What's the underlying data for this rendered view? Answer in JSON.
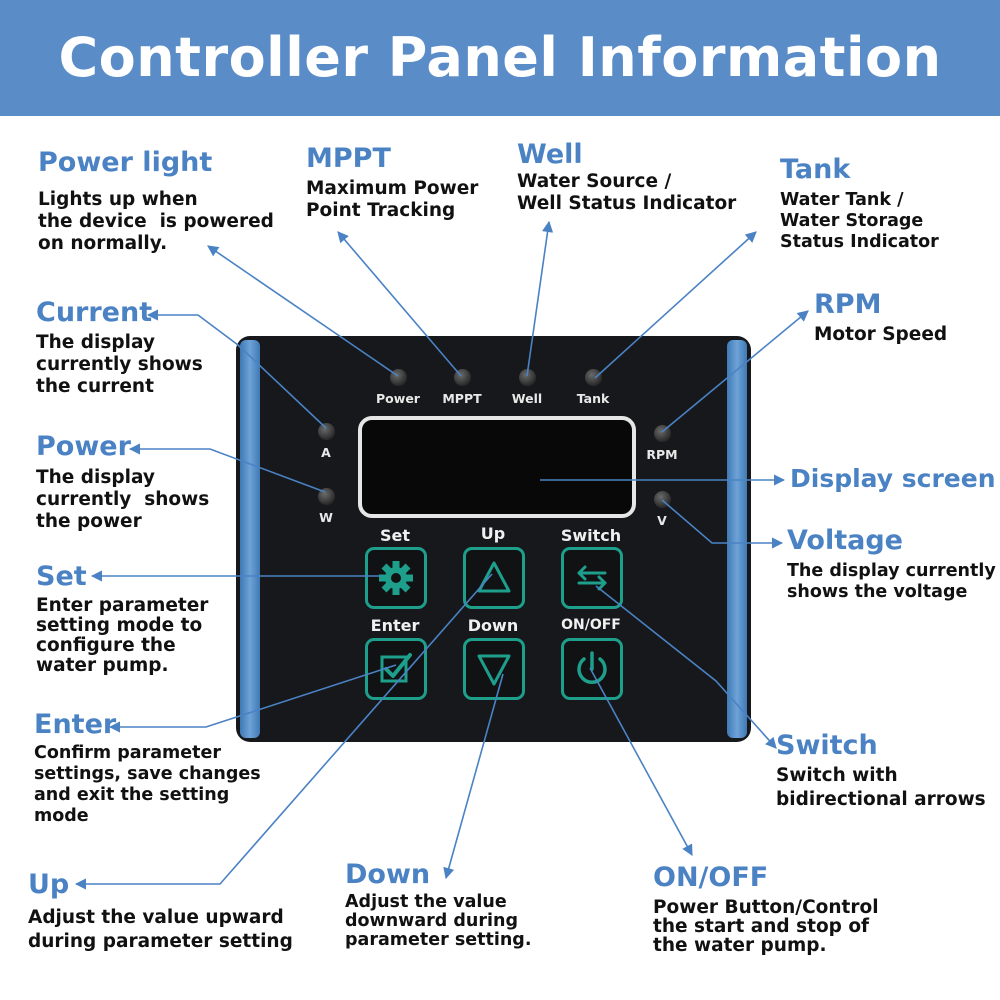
{
  "header": {
    "title": "Controller Panel Information"
  },
  "colors": {
    "header_bg": "#5a8cc8",
    "title_blue": "#4a82c4",
    "key_teal": "#1e9f8c",
    "rail_blue": "#4f8bc9",
    "panel_black": "#16181b"
  },
  "annotations": {
    "power_light": {
      "title": "Power light",
      "desc": "Lights up when\nthe device  is powered\non normally."
    },
    "mppt": {
      "title": "MPPT",
      "desc": "Maximum Power\nPoint Tracking"
    },
    "well": {
      "title": "Well",
      "desc": "Water Source /\nWell Status Indicator"
    },
    "tank": {
      "title": "Tank",
      "desc": "Water Tank /\nWater Storage\nStatus Indicator"
    },
    "rpm": {
      "title": "RPM",
      "desc": "Motor Speed"
    },
    "current": {
      "title": "Current",
      "desc": "The display\ncurrently shows\nthe current"
    },
    "power": {
      "title": "Power",
      "desc": "The display\ncurrently  shows\nthe power"
    },
    "display": {
      "title": "Display screen"
    },
    "voltage": {
      "title": "Voltage",
      "desc": "The display currently\nshows the voltage"
    },
    "set": {
      "title": "Set",
      "desc": "Enter parameter\nsetting mode to\nconfigure the\nwater pump."
    },
    "enter": {
      "title": "Enter",
      "desc": "Confirm parameter\nsettings, save changes\nand exit the setting\nmode"
    },
    "up": {
      "title": "Up",
      "desc": "Adjust the value upward\nduring parameter setting"
    },
    "down": {
      "title": "Down",
      "desc": "Adjust the value\ndownward during\nparameter setting."
    },
    "onoff": {
      "title": "ON/OFF",
      "desc": "Power Button/Control\nthe start and stop of\nthe water pump."
    },
    "switch": {
      "title": "Switch",
      "desc": "Switch with\nbidirectional arrows"
    }
  },
  "device": {
    "leds": {
      "power": "Power",
      "mppt": "MPPT",
      "well": "Well",
      "tank": "Tank",
      "a": "A",
      "w": "W",
      "rpm": "RPM",
      "v": "V"
    },
    "keys": {
      "set": "Set",
      "up": "Up",
      "switch": "Switch",
      "enter": "Enter",
      "down": "Down",
      "onoff": "ON/OFF"
    },
    "icons": {
      "set": "gear-icon",
      "up": "triangle-up-icon",
      "switch": "bidirectional-arrows-icon",
      "enter": "checkbox-icon",
      "down": "triangle-down-icon",
      "onoff": "power-icon"
    }
  }
}
